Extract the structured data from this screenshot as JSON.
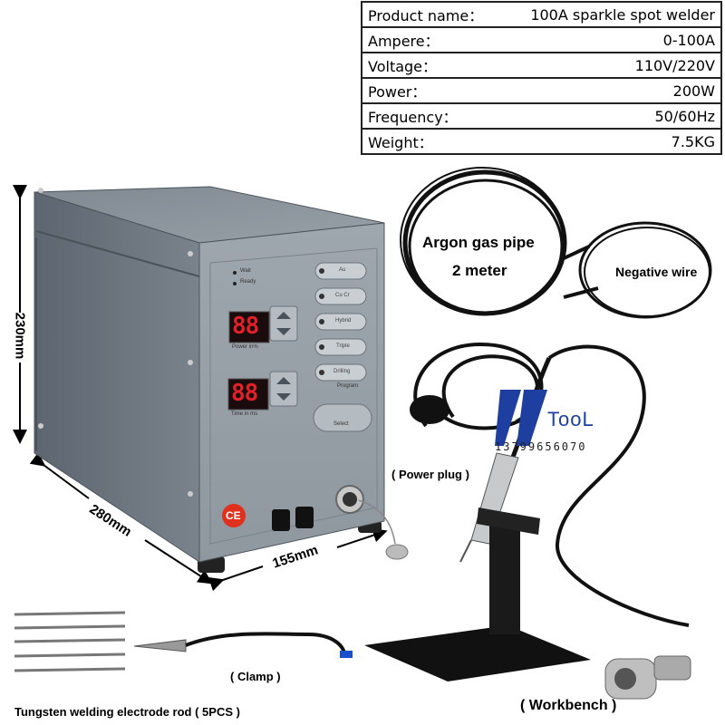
{
  "specs": [
    {
      "key": "Product name：",
      "value": "100A sparkle spot welder"
    },
    {
      "key": "Ampere：",
      "value": "0-100A"
    },
    {
      "key": "Voltage：",
      "value": "110V/220V"
    },
    {
      "key": "Power：",
      "value": "200W"
    },
    {
      "key": "Frequency：",
      "value": "50/60Hz"
    },
    {
      "key": "Weight：",
      "value": "7.5KG"
    }
  ],
  "dimensions": {
    "height": "230mm",
    "depth": "280mm",
    "width": "155mm"
  },
  "labels": {
    "argon_line1": "Argon gas pipe",
    "argon_line2": "2 meter",
    "negative_wire": "Negative wire",
    "power_plug": "( Power plug )",
    "clamp": "( Clamp )",
    "workbench": "( Workbench )",
    "electrodes": "Tungsten welding electrode rod ( 5PCS )"
  },
  "brand": {
    "logo_mark": "7G",
    "name": "TooL",
    "phone": "13799656070"
  },
  "panel": {
    "status": [
      "Wait",
      "Ready"
    ],
    "display1": "88",
    "display1_label": "Power in%",
    "display2": "88",
    "display2_label": "Time in ms",
    "buttons": [
      "Au",
      "Cu Cr",
      "Hybrid",
      "Triple",
      "Drilling"
    ],
    "program_label": "Program",
    "select_label": "Select",
    "ce_mark": "CE"
  },
  "colors": {
    "cabinet": "#6c7580",
    "panel": "#9aa2a9",
    "led": "#e0202a",
    "ce": "#e0301e",
    "logo": "#1f3fa0"
  }
}
